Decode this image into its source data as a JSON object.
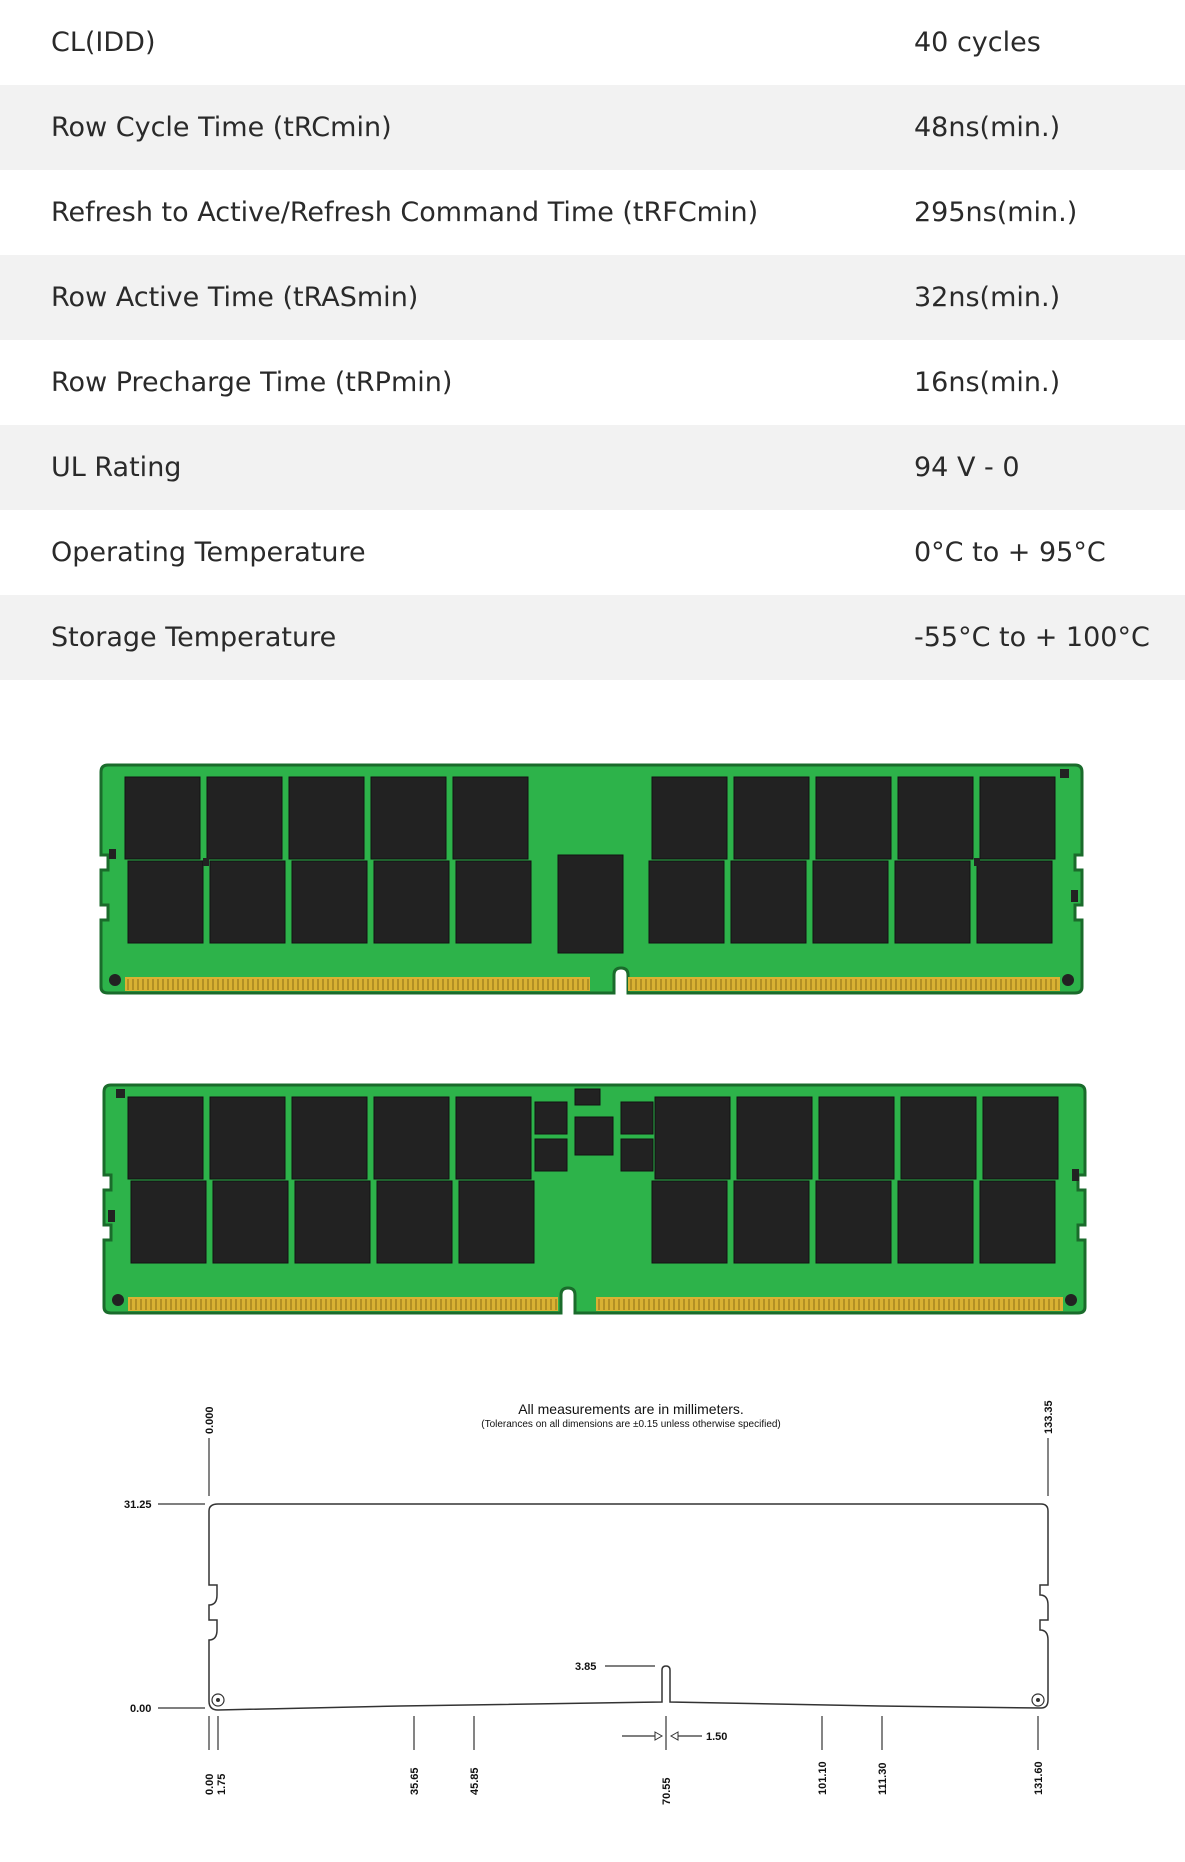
{
  "specs": [
    {
      "label": "CL(IDD)",
      "value": "40 cycles"
    },
    {
      "label": "Row Cycle Time (tRCmin)",
      "value": "48ns(min.)"
    },
    {
      "label": "Refresh to Active/Refresh Command Time (tRFCmin)",
      "value": "295ns(min.)"
    },
    {
      "label": "Row Active Time (tRASmin)",
      "value": "32ns(min.)"
    },
    {
      "label": "Row Precharge Time (tRPmin)",
      "value": "16ns(min.)"
    },
    {
      "label": "UL Rating",
      "value": "94 V - 0"
    },
    {
      "label": "Operating Temperature",
      "value": "0°C to + 95°C"
    },
    {
      "label": "Storage Temperature",
      "value": "-55°C to + 100°C"
    }
  ],
  "colors": {
    "pcb": "#2db34a",
    "chip": "#222222",
    "contacts": "#d9b233",
    "row_alt": "#f2f2f2"
  },
  "drawing": {
    "title": "All measurements are in millimeters.",
    "subtitle": "(Tolerances on all dimensions are ±0.15 unless otherwise specified)",
    "labels": {
      "top_left": "0.000",
      "top_right": "133.35",
      "height": "31.25",
      "base": "0.00",
      "notch_height": "3.85",
      "notch_width": "1.50",
      "b_0": "0.00",
      "b_175": "1.75",
      "b_3565": "35.65",
      "b_4585": "45.85",
      "b_7055": "70.55",
      "b_10110": "101.10",
      "b_11130": "111.30",
      "b_13160": "131.60"
    }
  }
}
